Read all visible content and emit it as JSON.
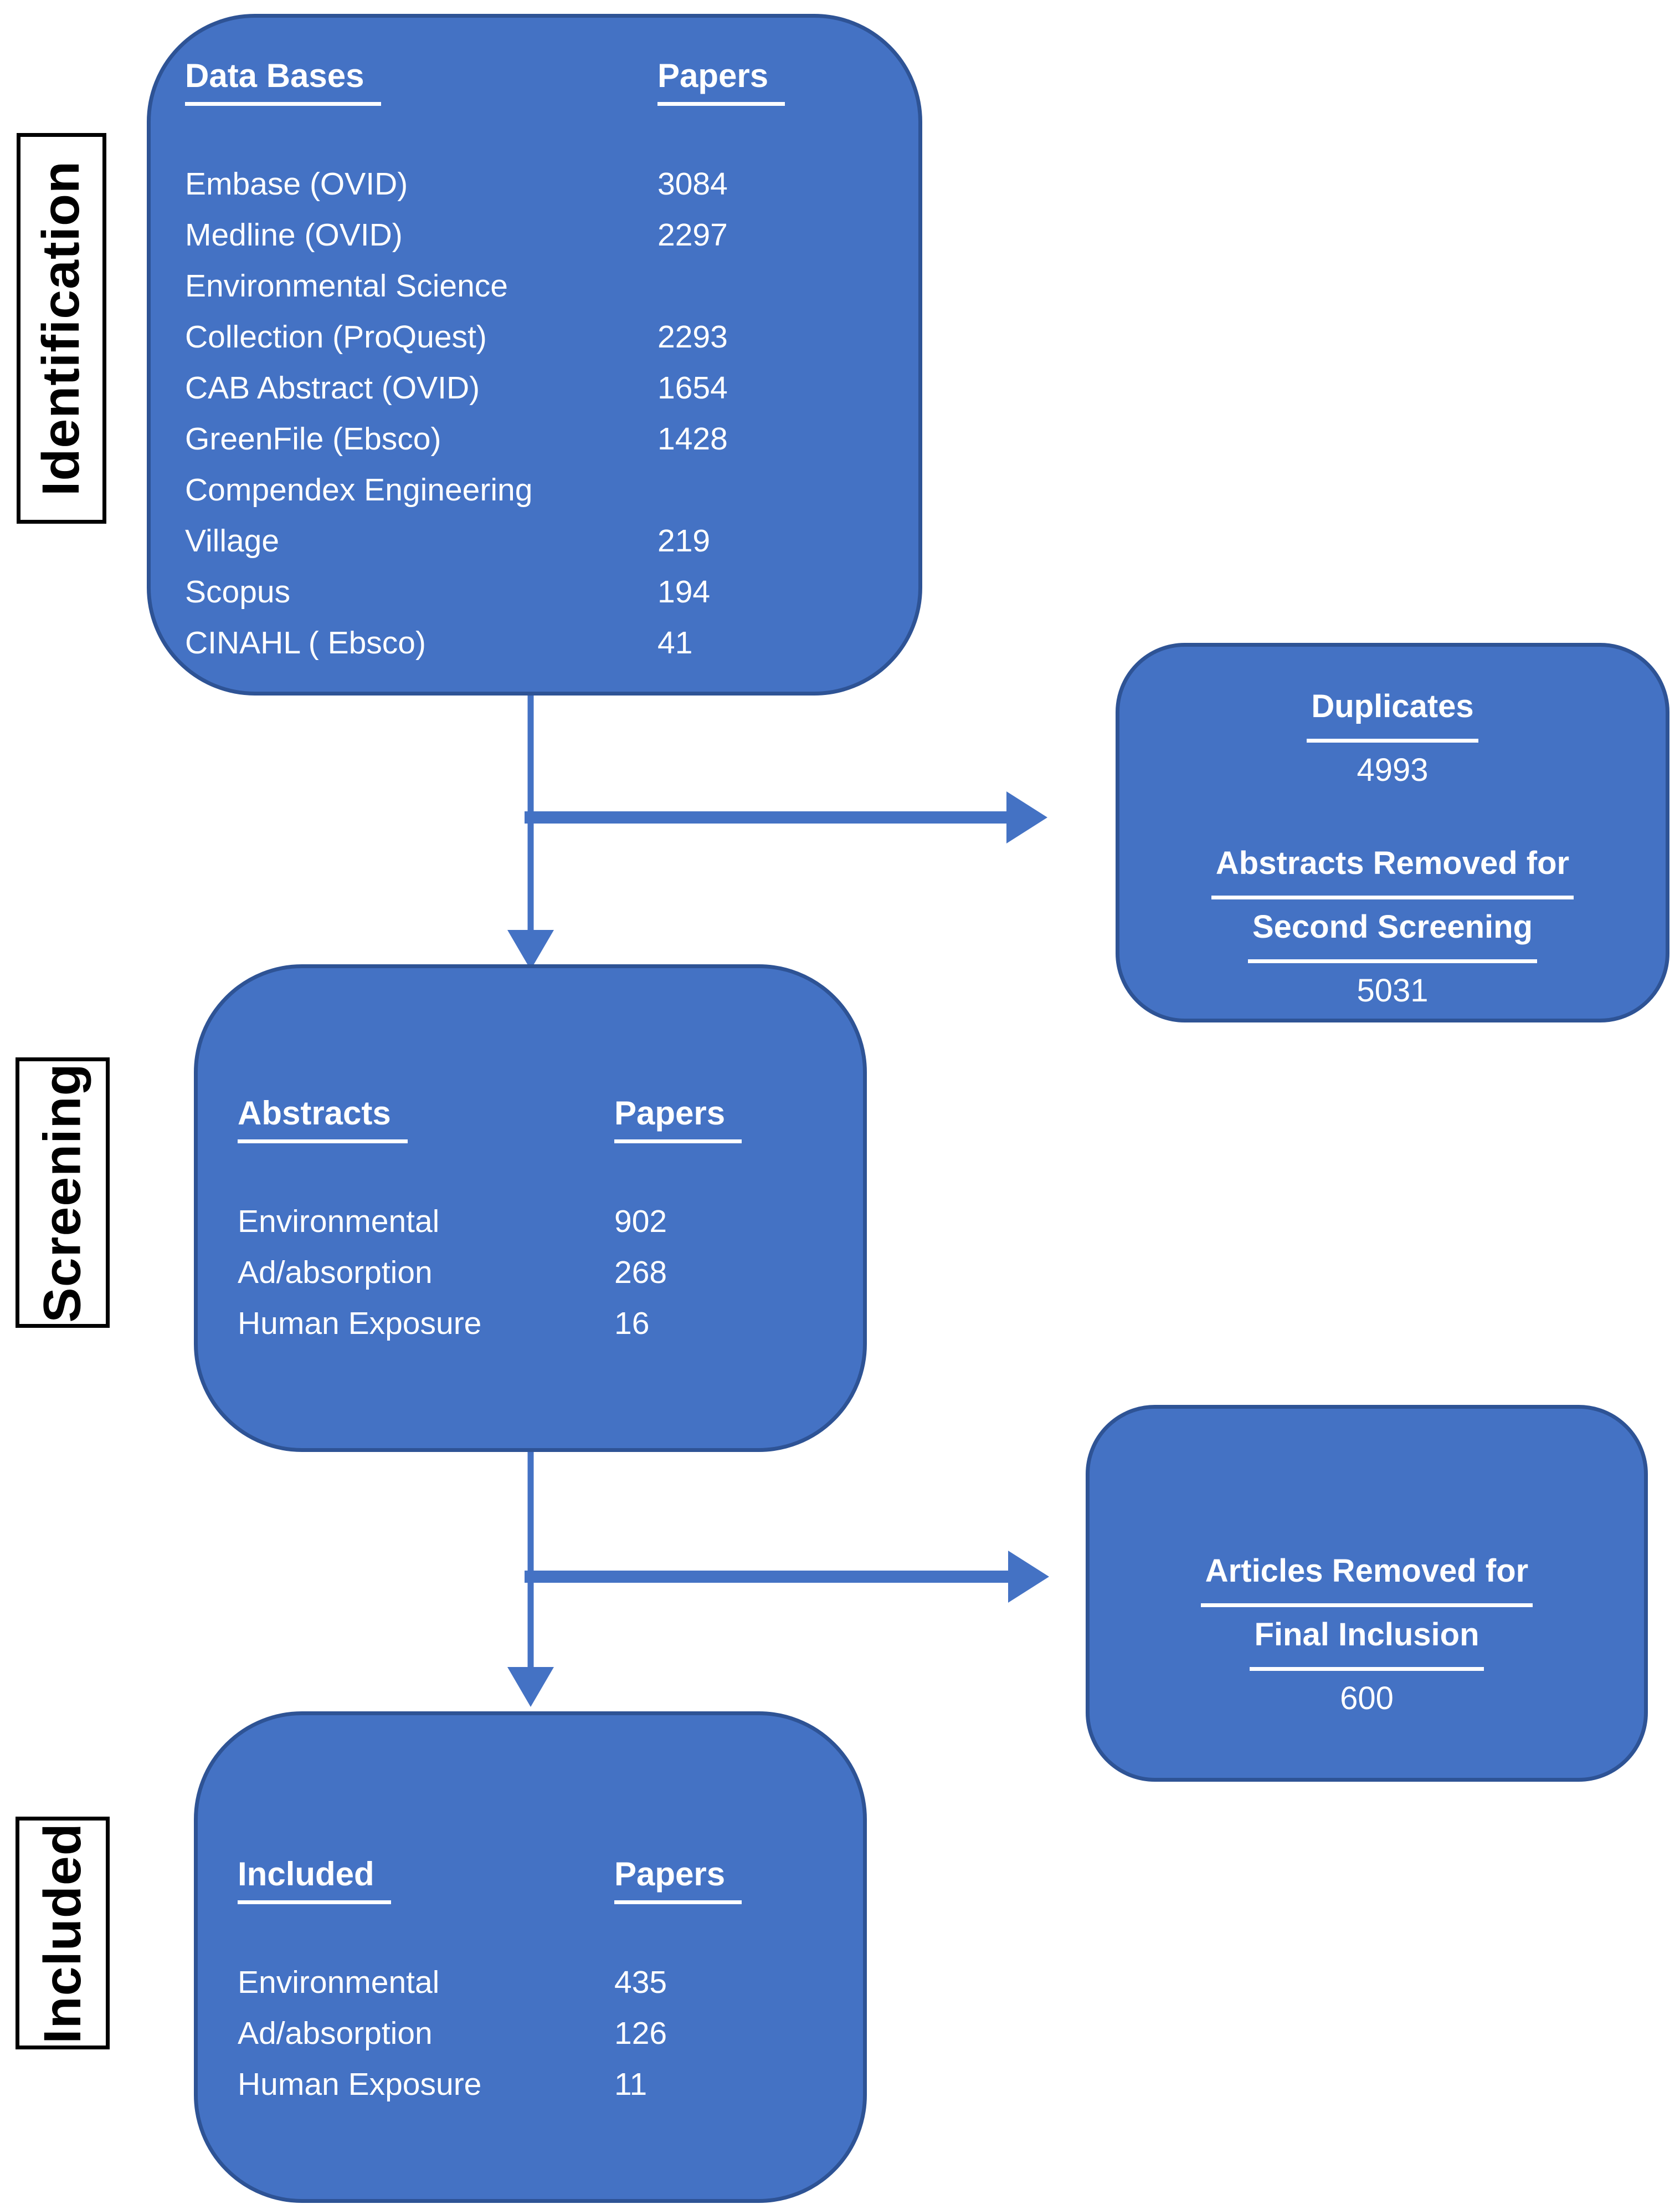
{
  "colors": {
    "background": "#FFFFFF",
    "box_fill": "#4472C4",
    "box_border": "#2E5395",
    "arrow": "#4472C4",
    "stage_label_text": "#000000",
    "box_text": "#FFFFFF"
  },
  "stages": [
    {
      "label": "Identification"
    },
    {
      "label": "Screening"
    },
    {
      "label": "Included"
    }
  ],
  "identification_box": {
    "col1_header": "Data Bases",
    "col2_header": "Papers",
    "rows": [
      {
        "label": "Embase (OVID)",
        "value": "3084"
      },
      {
        "label": "Medline (OVID)",
        "value": "2297"
      },
      {
        "label": "Environmental Science",
        "value": ""
      },
      {
        "label": "Collection (ProQuest)",
        "value": "2293"
      },
      {
        "label": "CAB Abstract (OVID)",
        "value": "1654"
      },
      {
        "label": "GreenFile (Ebsco)",
        "value": "1428"
      },
      {
        "label": "Compendex Engineering",
        "value": ""
      },
      {
        "label": "Village",
        "value": "219"
      },
      {
        "label": "Scopus",
        "value": "194"
      },
      {
        "label": "CINAHL ( Ebsco)",
        "value": "41"
      }
    ]
  },
  "duplicates_box": {
    "title1": "Duplicates",
    "value1": "4993",
    "title2_line1": "Abstracts Removed for",
    "title2_line2": "Second Screening",
    "value2": "5031"
  },
  "screening_box": {
    "col1_header": "Abstracts",
    "col2_header": "Papers",
    "rows": [
      {
        "label": "Environmental",
        "value": "902"
      },
      {
        "label": "Ad/absorption",
        "value": "268"
      },
      {
        "label": "Human Exposure",
        "value": "16"
      }
    ]
  },
  "final_removed_box": {
    "title_line1": "Articles Removed for",
    "title_line2": "Final Inclusion",
    "value": "600"
  },
  "included_box": {
    "col1_header": "Included",
    "col2_header": "Papers",
    "rows": [
      {
        "label": "Environmental",
        "value": "435"
      },
      {
        "label": "Ad/absorption",
        "value": "126"
      },
      {
        "label": "Human Exposure",
        "value": "11"
      }
    ]
  }
}
